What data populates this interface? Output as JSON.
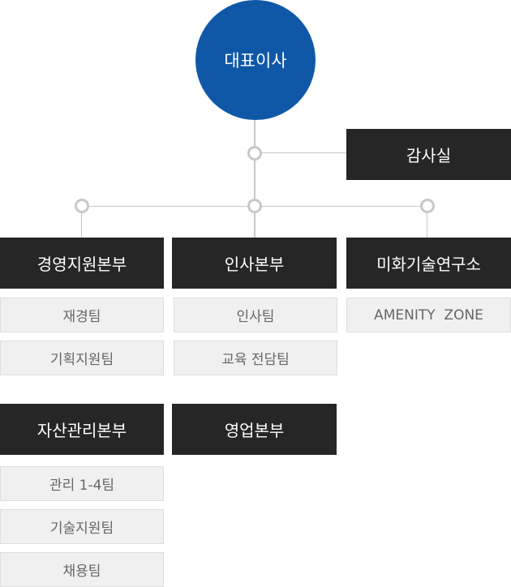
{
  "ceo": "대표이사",
  "audit": "감사실",
  "divisions": [
    {
      "name": "경영지원본부",
      "teams": [
        "재경팀",
        "기획지원팀"
      ]
    },
    {
      "name": "인사본부",
      "teams": [
        "인사팀",
        "교육 전담팀"
      ]
    },
    {
      "name": "미화기술연구소",
      "teams": [
        "AMENITY  ZONE"
      ]
    },
    {
      "name": "자산관리본부",
      "teams": [
        "관리 1-4팀",
        "기술지원팀",
        "채용팀"
      ]
    },
    {
      "name": "영업본부",
      "teams": []
    }
  ],
  "colors": {
    "ceo": "#0f58a8",
    "box": "#262626",
    "team": "#f0f0f0",
    "line": "#c8c8c8"
  }
}
